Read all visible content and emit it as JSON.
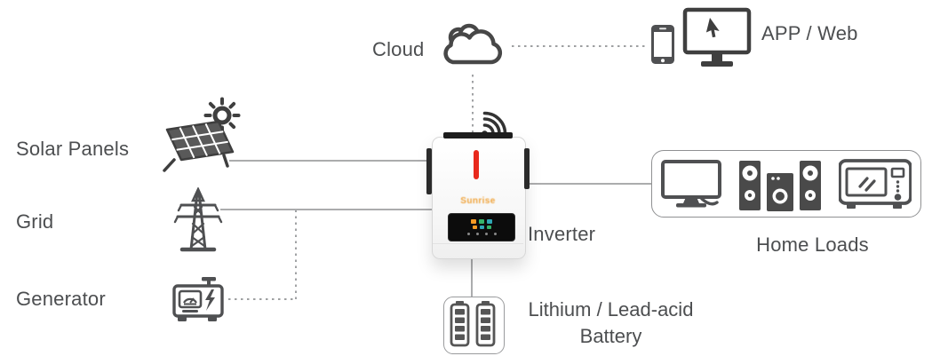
{
  "nodes": {
    "solar_panels": {
      "label": "Solar Panels",
      "icons": [
        "sun-icon",
        "solar-panel-icon"
      ]
    },
    "grid": {
      "label": "Grid",
      "icons": [
        "transmission-tower-icon"
      ]
    },
    "generator": {
      "label": "Generator",
      "icons": [
        "generator-icon"
      ]
    },
    "cloud": {
      "label": "Cloud",
      "icons": [
        "cloud-icon"
      ]
    },
    "app_web": {
      "label": "APP / Web",
      "icons": [
        "smartphone-icon",
        "monitor-cursor-icon"
      ]
    },
    "inverter": {
      "label": "Inverter",
      "brand": "Sunrise",
      "icons": [
        "wifi-icon",
        "red-led-indicator",
        "lcd-display"
      ]
    },
    "home_loads": {
      "label": "Home Loads",
      "icons": [
        "tv-icon",
        "stereo-system-icon",
        "microwave-icon"
      ]
    },
    "battery": {
      "label_line1": "Lithium / Lead-acid",
      "label_line2": "Battery",
      "icons": [
        "battery-cells-icon"
      ]
    }
  },
  "connections": [
    {
      "from": "solar_panels",
      "to": "inverter",
      "style": "solid"
    },
    {
      "from": "grid",
      "to": "inverter",
      "style": "solid"
    },
    {
      "from": "generator",
      "to": "grid_line_junction",
      "style": "dashed"
    },
    {
      "from": "cloud",
      "to": "inverter",
      "style": "dashed"
    },
    {
      "from": "cloud",
      "to": "app_web",
      "style": "dashed"
    },
    {
      "from": "inverter",
      "to": "home_loads",
      "style": "solid"
    },
    {
      "from": "inverter",
      "to": "battery",
      "style": "solid"
    }
  ],
  "colors": {
    "text": "#4c4e50",
    "icon": "#4f5052",
    "line": "#8f9092",
    "led_red": "#e8291c",
    "brand_orange": "#f0a43c",
    "display_background": "#0c0c0c"
  }
}
